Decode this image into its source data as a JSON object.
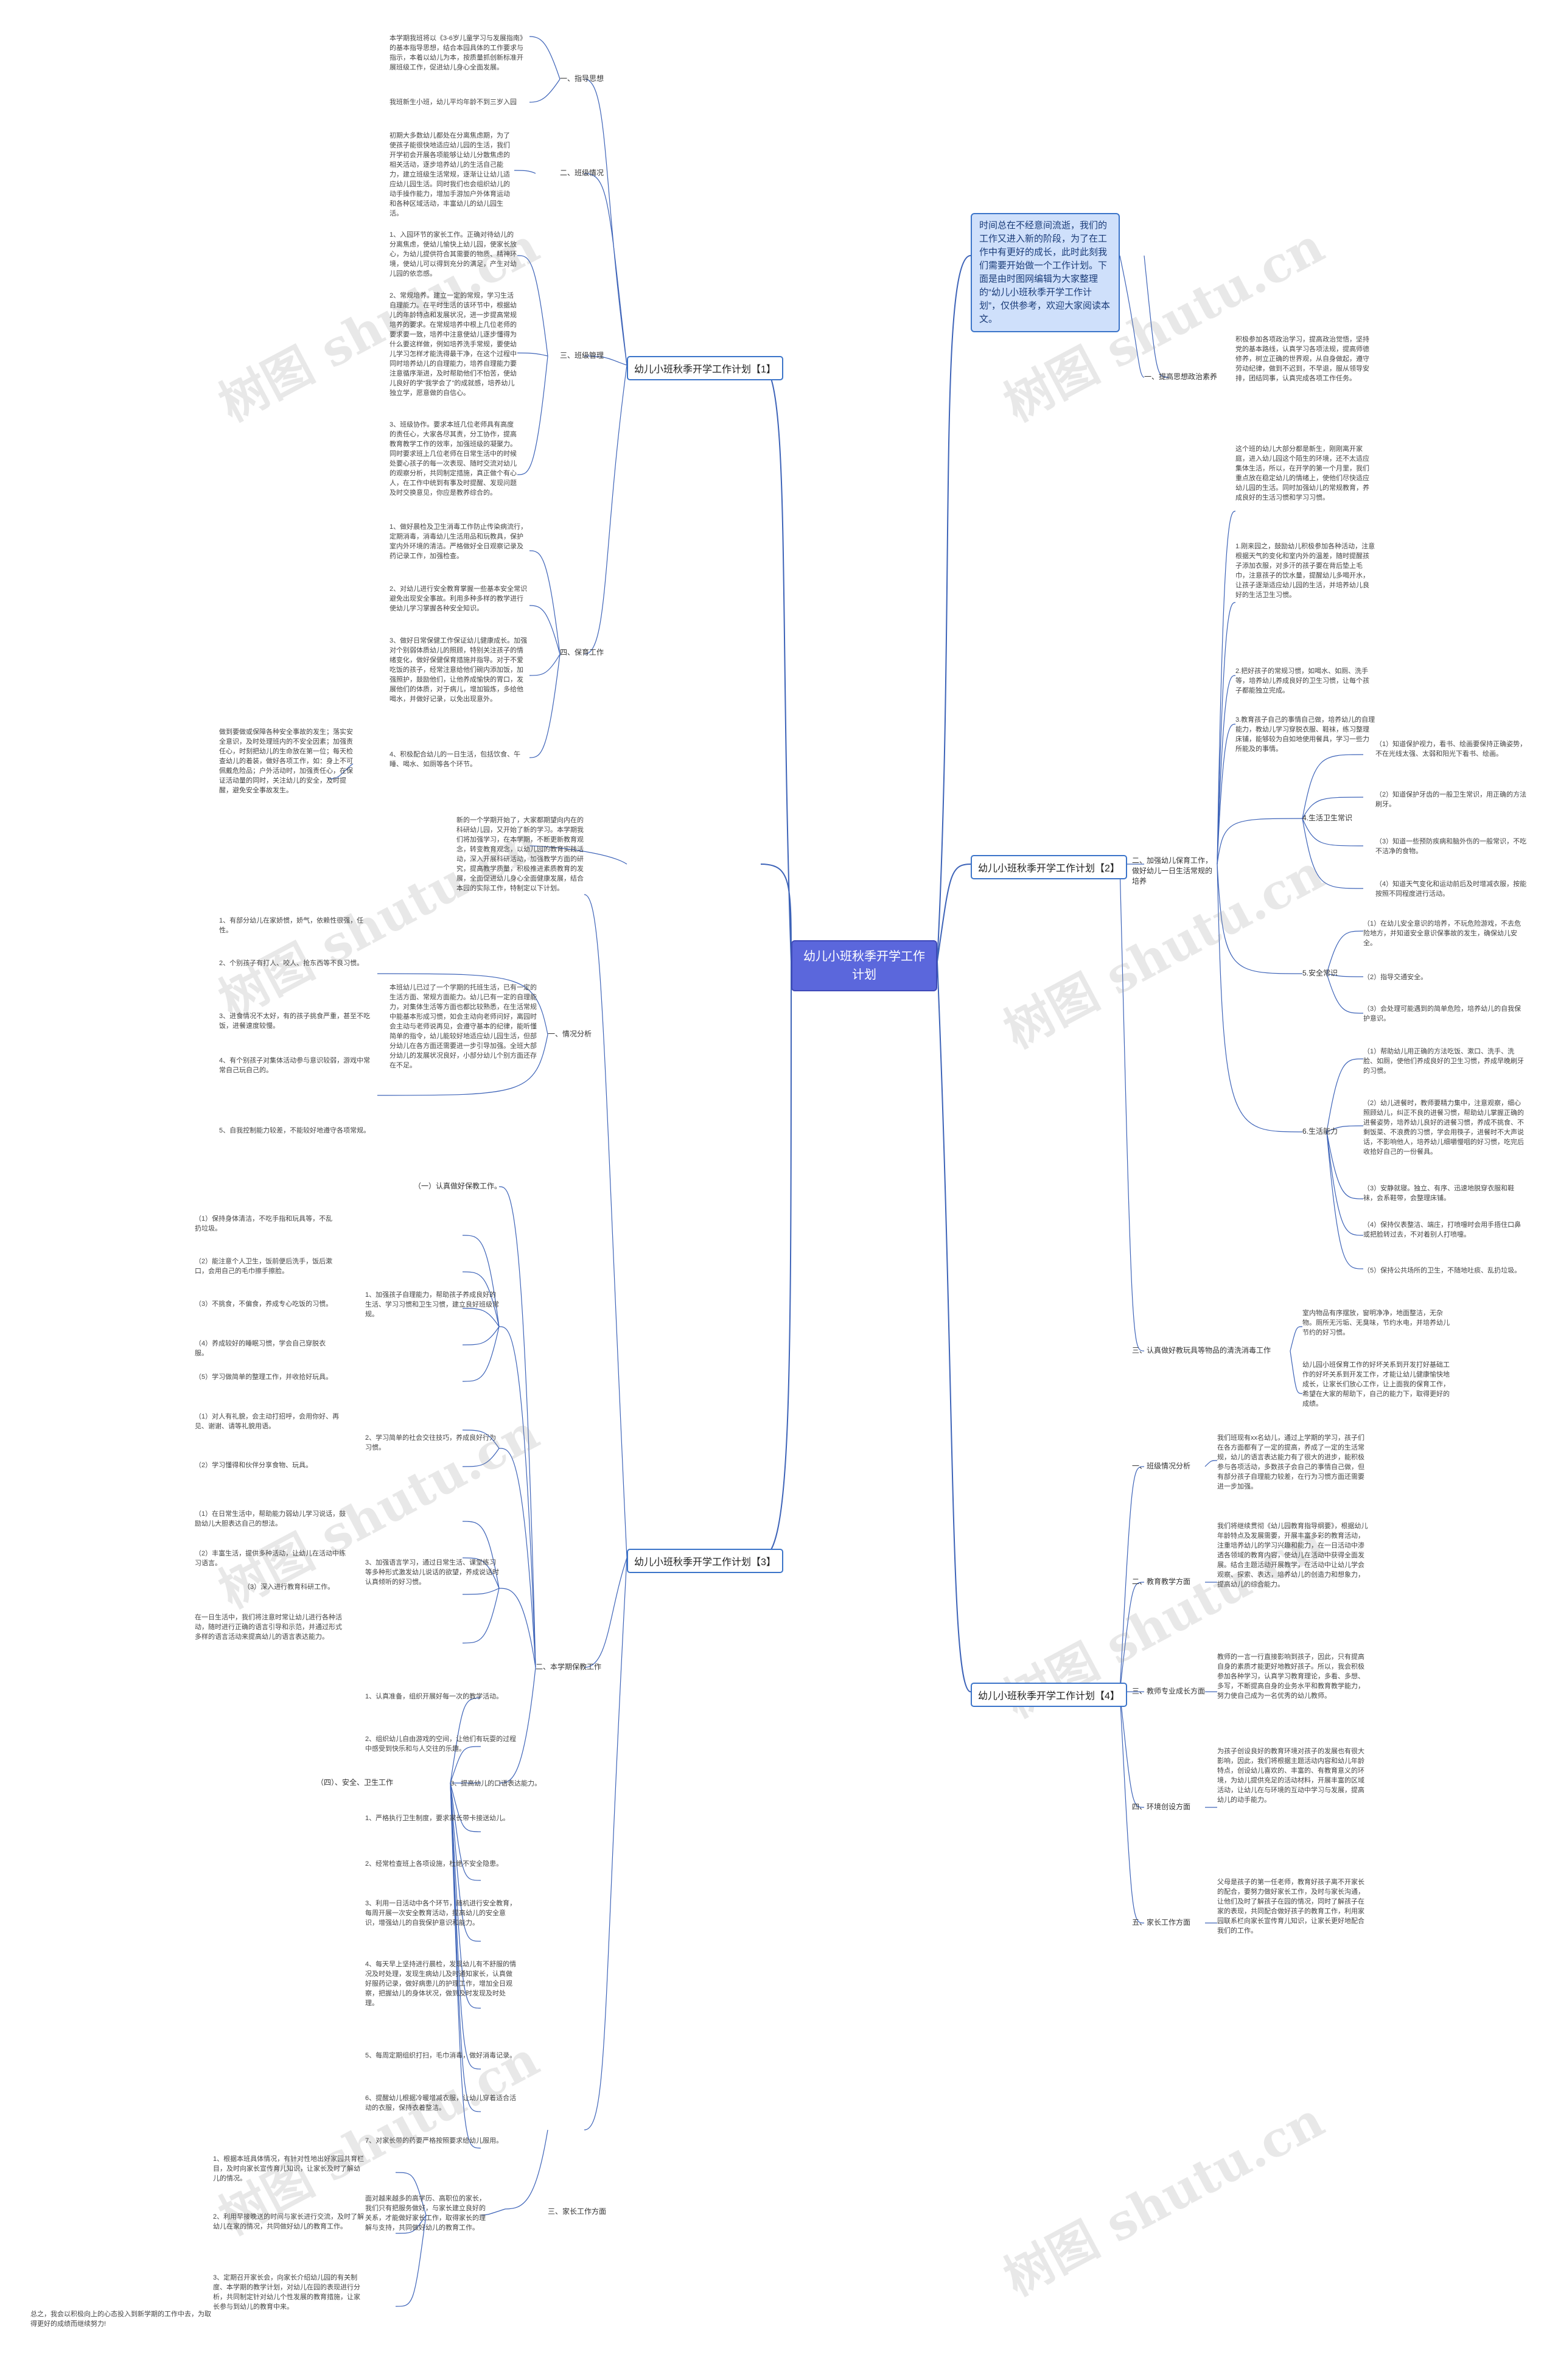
{
  "root": "幼儿小班秋季开学工作计划",
  "intro": "时间总在不经意间流逝，我们的工作又进入新的阶段，为了在工作中有更好的成长，此时此刻我们需要开始做一个工作计划。下面是由时图网编辑为大家整理的“幼儿小班秋季开学工作计划”，仅供参考，欢迎大家阅读本文。",
  "watermark": "树图 shutu.cn",
  "p1": {
    "title": "幼儿小班秋季开学工作计划【1】",
    "s1": "一、指导思想",
    "s1_t1": "本学期我班将以《3-6岁儿童学习与发展指南》的基本指导思想，结合本园具体的工作要求与指示，本着以幼儿为本，按质量抓创新标准开展班级工作，促进幼儿身心全面发展。",
    "s1_t2": "我班新生小班，幼儿平均年龄不到三岁入园",
    "s2": "二、班级情况",
    "s2_t": "初期大多数幼儿都处在分离焦虑期，为了使孩子能很快地适应幼儿园的生活，我们开学初会开展各项能够让幼儿分散焦虑的相关活动，逐步培养幼儿的生活自己能力，建立班级生活常规，逐渐让让幼儿适应幼儿园生活。同时我们也会组织幼儿的动手操作能力，增加手游加户外体育运动和各种区域活动，丰富幼儿的幼儿园生活。",
    "s3": "三、班级管理",
    "s3_t1": "1、入园环节的家长工作。正确对待幼儿的分离焦虑，使幼儿愉快上幼儿园，使家长放心，为幼儿提供符合其需要的物质、精神环境，使幼儿可以得到充分的满足，产生对幼儿园的依恋感。",
    "s3_t2": "2、常规培养。建立一定的常规，学习生活自理能力。在平时生活的该环节中，根据幼儿的年龄特点和发展状况，进一步提高常规培养的要求。在常规培养中根上几位老师的要求要一致，培养中注意使幼儿逐步懂得为什么要这样做，例如培养洗手常规，要使幼儿学习怎样才能洗得最干净，在这个过程中同时培养幼儿的自理能力，培养自理能力要注意循序渐进，及时帮助他们不怕苦，使幼儿良好的学“我学会了”的成就感，培养幼儿独立学，愿意做的自信心。",
    "s3_t3": "3、班级协作。要求本班几位老师具有高度的责任心，大家各尽其责，分工协作，提高教育教学工作的效率，加强班级的凝聚力。同时要求班上几位老师在日常生活中的时候处要心孩子的每一次表现、随时交流对幼儿的观察分析，共同制定措施，真正做个有心人，在工作中统到有事及时提醒、发现问题及时交换意见，你应是教养综合的。",
    "s4": "四、保育工作",
    "s4_t1": "1、做好晨检及卫生消毒工作防止传染病流行，定期消毒，消毒幼儿生活用品和玩教具，保护室内外环境的清洁。严格做好全日观察记录及药记录工作，加强检查。",
    "s4_t2": "2、对幼儿进行安全教育掌握一些基本安全常识避免出现安全事故。利用多种多样的教学进行使幼儿学习掌握各种安全知识。",
    "s4_t3": "3、做好日常保健工作保证幼儿健康成长。加强对个别弱体质幼儿的照顾，特别关注孩子的情绪变化，做好保健保育措施并指导。对于不爱吃饭的孩子，经常注意给他们碗内添加饭，加强照护，鼓励他们，让他养成愉快的胃口，发展他们的体质，对于病儿，增加锻炼，多给他喝水，并做好记录，以免出现意外。",
    "s4_t4": "4、积极配合幼儿的一日生活，包括饮食、午睡、喝水、如厕等各个环节。",
    "s4_t5": "做到要做或保障各种安全事故的发生；落实安全意识，及时处理班内的不安全因素；加强责任心，时刻把幼儿的生命放在第一位；每天检查幼儿的着装，做好各项工作，如：身上不可佩戴危险品；户外活动时，加强责任心，在保证活动量的同时，关注幼儿的安全，及时提醒，避免安全事故发生。"
  },
  "p2": {
    "title": "幼儿小班秋季开学工作计划【2】",
    "s1": "一、提高思想政治素养",
    "s1_t": "积极参加各项政治学习，提高政治觉悟，坚持党的基本路线，认真学习各项法规，提高师德修养，树立正确的世界观，从自身做起，遵守劳动纪律，做到不迟到，不早退，服从领导安排，团结同事，认真完成各项工作任务。",
    "s2": "二、加强幼儿保育工作，做好幼儿一日生活常规的培养",
    "s2_t1": "这个班的幼儿大部分都是新生，刚刚离开家庭，进入幼儿园这个陌生的环境，还不太适应集体生活，所以，在开学的第一个月里，我们重点放在稳定幼儿的情绪上，使他们尽快适应幼儿园的生活。同时加强幼儿的常规教育，养成良好的生活习惯和学习习惯。",
    "s2_t2": "1.刚来园之，鼓励幼儿积极参加各种活动，注意根据天气的变化和室内外的温差，随时提醒孩子添加衣服，对多汗的孩子要在背后垫上毛巾，注意孩子的饮水量，提醒幼儿多喝开水，让孩子逐渐适应幼儿园的生活，并培养幼儿良好的生活卫生习惯。",
    "s2_t3": "2.把好孩子的常规习惯，如喝水、如厕、洗手等，培养幼儿养成良好的卫生习惯，让每个孩子都能独立完成。",
    "s2_t4": "3.教育孩子自己的事情自己做，培养幼儿的自理能力，教幼儿学习穿脱衣服、鞋袜，练习整理床铺，能够较为自如地使用餐具，学习一些力所能及的事情。",
    "s2_4": "4.生活卫生常识",
    "s2_4a": "（1）知道保护视力，看书、绘画要保持正确姿势，不在光线太强、太弱和阳光下看书、绘画。",
    "s2_4b": "（2）知道保护牙齿的一般卫生常识，用正确的方法刷牙。",
    "s2_4c": "（3）知道一些预防疾病和脑外伤的一般常识，不吃不洁净的食物。",
    "s2_4d": "（4）知道天气变化和运动前后及时增减衣服，按能按照不同程度进行活动。",
    "s2_5": "5.安全常识",
    "s2_5a": "（1）在幼儿安全意识的培养，不玩危险游戏，不去危险地方，并知道安全意识保事故的发生，确保幼儿安全。",
    "s2_5b": "（2）指导交通安全。",
    "s2_5c": "（3）会处理可能遇到的简单危险，培养幼儿的自我保护意识。",
    "s2_6": "6.生活能力",
    "s2_6a": "（1）帮助幼儿用正确的方法吃饭、漱口、洗手、洗脸、如厕，使他们养成良好的卫生习惯，养成早晚刷牙的习惯。",
    "s2_6b": "（2）幼儿进餐时，教师要精力集中，注意观察，细心照顾幼儿，纠正不良的进餐习惯，帮助幼儿掌握正确的进餐姿势，培养幼儿良好的进餐习惯，养成不挑食、不剩饭菜、不浪费的习惯，学会用筷子，进餐时不大声说话，不影响他人，培养幼儿细嚼慢咽的好习惯，吃完后收拾好自己的一份餐具。",
    "s2_6c": "（3）安静就寝。独立、有序、迅速地脱穿衣服和鞋袜，会系鞋带，会整理床铺。",
    "s2_6d": "（4）保持仪表整洁、端庄，打喷嚏时会用手捂住口鼻或把脸转过去，不对着别人打喷嚏。",
    "s2_6e": "（5）保持公共场所的卫生，不随地吐痰、乱扔垃圾。",
    "s3": "三、认真做好教玩具等物品的清洗消毒工作",
    "s3_t1": "室内物品有序摆放，窗明净净，地面整洁，无杂物。厕所无污垢、无臭味，节约水电，并培养幼儿节约的好习惯。",
    "s3_t2": "幼儿园小班保育工作的好坏关系到开发打好基础工作的好坏关系到开发工作，才能让幼儿健康愉快地成长，让家长们放心工作，让上面我的保育工作，希望在大家的帮助下，自己的能力下，取得更好的成绩。"
  },
  "p3": {
    "title": "幼儿小班秋季开学工作计划【3】",
    "intro": "新的一个学期开始了，大家都期望向内在的科研幼儿园，又开始了新的学习。本学期我们将加强学习，在本学期，不断更新教育观念，转变教育观念，以幼儿园的教育实践活动，深入开展科研活动，加强教学方面的研究，提高教学质量，积极推进素质教育的发展，全面促进幼儿身心全面健康发展，结合本园的实际工作，特制定以下计划。",
    "s1": "一、情况分析",
    "s1_t": "本班幼儿已过了一个学期的托班生活，已有一定的生活方面、常规方面能力。幼儿已有一定的自理能力，对集体生活等方面也都比较熟悉，在生活常规中能基本形成习惯，如会主动向老师问好，离园时会主动与老师说再见，会遵守基本的纪律，能听懂简单的指令，幼儿能较好地适应幼儿园生活，但部分幼儿在各方面还需要进一步引导加强。全班大部分幼儿的发展状况良好，小部分幼儿个别方面还存在不足。",
    "s1_t1": "1、有部分幼儿在家娇惯，娇气，依赖性很强，任性。",
    "s1_t2": "2、个别孩子有打人、咬人、抢东西等不良习惯。",
    "s1_t3": "3、进食情况不太好，有的孩子挑食严重，甚至不吃饭，进餐速度较慢。",
    "s1_t4": "4、有个别孩子对集体活动参与意识较弱，游戏中常常自己玩自己的。",
    "s1_t5": "5、自我控制能力较差，不能较好地遵守各项常规。",
    "s2": "二、本学期保教工作",
    "s2_1": "（一）认真做好保教工作。",
    "s2_1_1": "1、加强孩子自理能力，帮助孩子养成良好的生活、学习习惯和卫生习惯，建立良好班级常规。",
    "s2_1_1a": "（1）保持身体清洁，不吃手指和玩具等，不乱扔垃圾。",
    "s2_1_1b": "（2）能注意个人卫生，饭前便后洗手，饭后漱口，会用自己的毛巾擦手擦脸。",
    "s2_1_1c": "（3）不挑食，不偏食，养成专心吃饭的习惯。",
    "s2_1_1d": "（4）养成较好的睡眠习惯，学会自己穿脱衣服。",
    "s2_1_1e": "（5）学习做简单的整理工作，并收拾好玩具。",
    "s2_1_2": "2、学习简单的社会交往技巧，养成良好行为习惯。",
    "s2_1_2a": "（1）对人有礼貌，会主动打招呼，会用你好、再见、谢谢、请等礼貌用语。",
    "s2_1_2b": "（2）学习懂得和伙伴分享食物、玩具。",
    "s2_1_3": "3、加强语言学习，通过日常生活、课堂练习等多种形式激发幼儿说话的欲望，养成说话时认真倾听的好习惯。",
    "s2_1_3a": "（1）在日常生活中，帮助能力弱幼儿学习说话，鼓励幼儿大胆表达自己的想法。",
    "s2_1_3b": "（2）丰富生活，提供多种活动，让幼儿在活动中练习语言。",
    "s2_1_3c": "（3）深入进行教育科研工作。",
    "s2_1_3d": "在一日生活中，我们将注意时常让幼儿进行各种活动，随时进行正确的语言引导和示范，并通过形式多样的语言活动来提高幼儿的语言表达能力。",
    "s2_4": "（四）、安全、卫生工作",
    "s2_4_1": "1、认真准备，组织开展好每一次的教学活动。",
    "s2_4_2": "2、组织幼儿自由游戏的空间，让他们有玩耍的过程中感受到快乐和与人交往的乐趣。",
    "s2_4_3": "3、提高幼儿的口语表达能力。",
    "s2_4_4": "1、严格执行卫生制度，要求家长带卡接送幼儿。",
    "s2_4_5": "2、经常检查班上各项设施，杜绝不安全隐患。",
    "s2_4_6": "3、利用一日活动中各个环节，随机进行安全教育，每周开展一次安全教育活动，提高幼儿的安全意识，增强幼儿的自我保护意识和能力。",
    "s2_4_7": "4、每天早上坚持进行晨检，发现幼儿有不舒服的情况及时处理，发现生病幼儿及时通知家长，认真做好服药记录，做好病患儿的护理工作，增加全日观察，把握幼儿的身体状况，做到及时发现及时处理。",
    "s2_4_8": "5、每周定期组织打扫，毛巾消毒，做好消毒记录。",
    "s2_4_9": "6、提醒幼儿根据冷暖增减衣服，让幼儿穿着适合活动的衣服，保持衣着整洁。",
    "s2_4_10": "7、对家长带的药要严格按照要求给幼儿服用。",
    "s3": "三、家长工作方面",
    "s3_t": "面对越来越多的高学历、高职位的家长，我们只有把服务做好，与家长建立良好的关系，才能做好家长工作，取得家长的理解与支持，共同做好幼儿的教育工作。",
    "s3_1": "1、根据本班具体情况，有针对性地出好家园共育栏目，及时向家长宣传育儿知识，让家长及时了解幼儿的情况。",
    "s3_2": "2、利用早接晚送的时间与家长进行交流，及时了解幼儿在家的情况，共同做好幼儿的教育工作。",
    "s3_3": "3、定期召开家长会，向家长介绍幼儿园的有关制度、本学期的教学计划，对幼儿在园的表现进行分析，共同制定针对幼儿个性发展的教育措施，让家长参与到幼儿的教育中来。",
    "s3_end": "总之，我会以积极向上的心态投入到新学期的工作中去，为取得更好的成绩而继续努力!"
  },
  "p4": {
    "title": "幼儿小班秋季开学工作计划【4】",
    "s1": "一、班级情况分析",
    "s1_t": "我们班现有xx名幼儿，通过上学期的学习，孩子们在各方面都有了一定的提高，养成了一定的生活常规，幼儿的语言表达能力有了很大的进步，能积极参与各项活动，多数孩子会自己的事情自己做，但有部分孩子自理能力较差，在行为习惯方面还需要进一步加强。",
    "s2": "二、教育教学方面",
    "s2_t": "我们将继续贯彻《幼儿园教育指导纲要》，根据幼儿年龄特点及发展需要，开展丰富多彩的教育活动，注重培养幼儿的学习兴趣和能力，在一日活动中渗透各领域的教育内容，使幼儿在活动中获得全面发展。结合主题活动开展教学，在活动中让幼儿学会观察、探索、表达，培养幼儿的创造力和想象力，提高幼儿的综合能力。",
    "s3": "三、教师专业成长方面",
    "s3_t": "教师的一言一行直接影响到孩子，因此，只有提高自身的素质才能更好地教好孩子。所以，我会积极参加各种学习，认真学习教育理论，多看、多想、多写，不断提高自身的业务水平和教育教学能力，努力使自己成为一名优秀的幼儿教师。",
    "s4": "四、环境创设方面",
    "s4_t": "为孩子创设良好的教育环境对孩子的发展也有很大影响，因此，我们将根据主题活动内容和幼儿年龄特点，创设幼儿喜欢的、丰富的、有教育意义的环境，为幼儿提供充足的活动材料，开展丰富的区域活动，让幼儿在与环境的互动中学习与发展，提高幼儿的动手能力。",
    "s5": "五、家长工作方面",
    "s5_t": "父母是孩子的第一任老师，教育好孩子离不开家长的配合，要努力做好家长工作，及时与家长沟通，让他们及时了解孩子在园的情况，同时了解孩子在家的表现，共同配合做好孩子的教育工作，利用家园联系栏向家长宣传育儿知识，让家长更好地配合我们的工作。"
  },
  "colors": {
    "link": "#3d63b8",
    "root": "#5b67dc",
    "topic_border": "#3b74c9",
    "intro_bg": "#cfe0fb"
  }
}
